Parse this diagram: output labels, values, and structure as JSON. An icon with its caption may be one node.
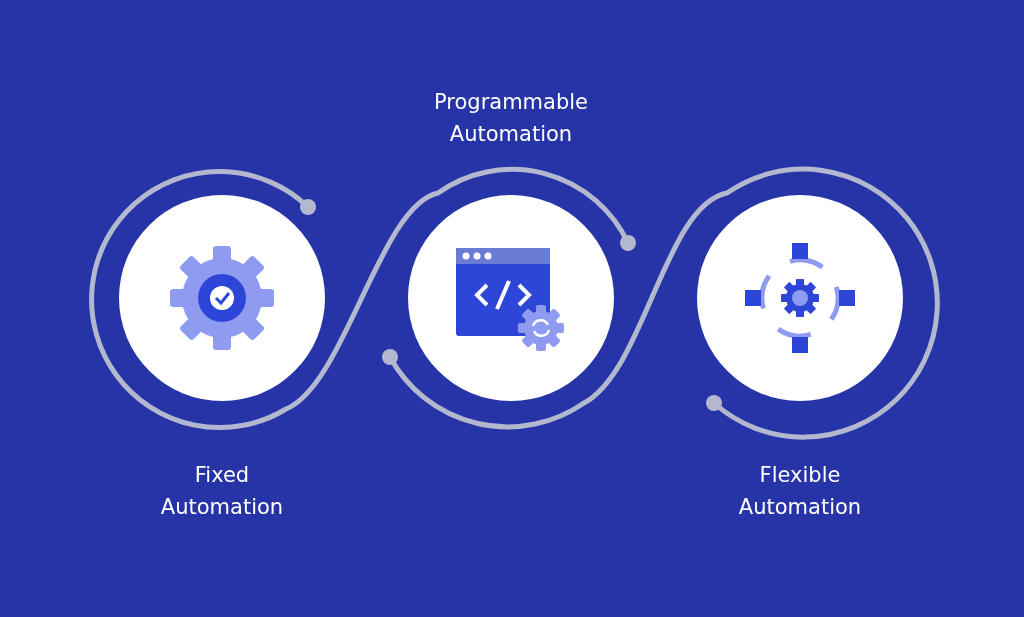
{
  "diagram": {
    "nodes": [
      {
        "text": [
          "Fixed Automation"
        ]
      },
      {
        "text": [
          "Programmable Automation"
        ]
      },
      {
        "text": [
          "Flexible Automation"
        ]
      }
    ],
    "edges": [
      {
        "from": 0,
        "to": 1,
        "arrow": "other"
      },
      {
        "from": 1,
        "to": 2,
        "arrow": "other"
      }
    ]
  }
}
